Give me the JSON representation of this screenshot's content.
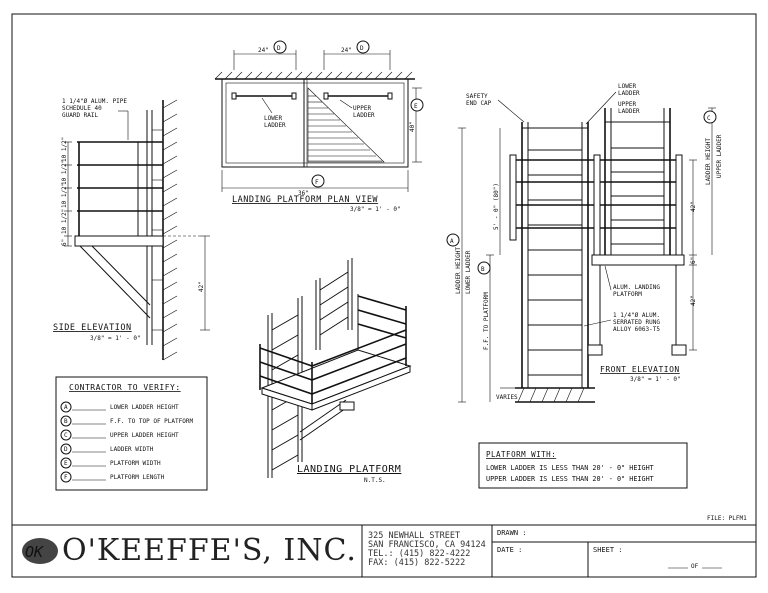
{
  "plan_view": {
    "title": "LANDING PLATFORM PLAN VIEW",
    "scale": "3/8\" = 1' - 0\"",
    "dim_left": "24\"",
    "dim_right": "24\"",
    "dim_d1": "D",
    "dim_d2": "D",
    "dim_e": "E",
    "dim_40": "40\"",
    "dim_f": "F",
    "dim_total": "36\"",
    "lower_ladder": [
      "LOWER",
      "LADDER"
    ],
    "upper_ladder": [
      "UPPER",
      "LADDER"
    ]
  },
  "side_elevation": {
    "title": "SIDE ELEVATION",
    "scale": "3/8\" = 1' - 0\"",
    "pipe_note": [
      "1 1/4\"Ø ALUM. PIPE",
      "SCHEDULE 40",
      "GUARD RAIL"
    ],
    "dims_top": [
      "10 1/2\"",
      "10 1/2\"",
      "10 1/2\"",
      "10 1/2\""
    ],
    "dim_6": "6\"",
    "dim_42": "42\""
  },
  "contractor": {
    "title": "CONTRACTOR TO VERIFY:",
    "items": [
      {
        "letter": "A",
        "text": "LOWER LADDER HEIGHT"
      },
      {
        "letter": "B",
        "text": "F.F. TO TOP OF PLATFORM"
      },
      {
        "letter": "C",
        "text": "UPPER LADDER HEIGHT"
      },
      {
        "letter": "D",
        "text": "LADDER WIDTH"
      },
      {
        "letter": "E",
        "text": "PLATFORM WIDTH"
      },
      {
        "letter": "F",
        "text": "PLATFORM LENGTH"
      }
    ]
  },
  "landing": {
    "title": "LANDING PLATFORM",
    "scale": "N.T.S."
  },
  "front_elevation": {
    "title": "FRONT ELEVATION",
    "scale": "3/8\" = 1' - 0\"",
    "safety_cap": [
      "SAFETY",
      "END CAP"
    ],
    "lower_ladder": [
      "LOWER",
      "LADDER"
    ],
    "upper_ladder": [
      "UPPER",
      "LADDER"
    ],
    "alum_platform": [
      "ALUM. LANDING",
      "PLATFORM"
    ],
    "rung_note": [
      "1 1/4\"Ø ALUM.",
      "SERRATED RUNG",
      "ALLOY 6063-T5"
    ],
    "ladder_height": "LADDER HEIGHT",
    "lower_ladder_v": "LOWER LADDER",
    "ff_platform": "F.F. TO PLATFORM",
    "dim_5_0": "5' - 0\" (80\")",
    "ladder_height_c": "LADDER HEIGHT",
    "upper_ladder_v": "UPPER LADDER",
    "dim_42a": "42\"",
    "dim_6": "6\"",
    "dim_42b": "42\"",
    "varies": "VARIES",
    "letter_a": "A",
    "letter_b": "B",
    "letter_c": "C"
  },
  "platform_note": {
    "title": "PLATFORM WITH:",
    "lines": [
      "LOWER LADDER IS LESS THAN 20' - 0\" HEIGHT",
      "UPPER LADDER IS LESS THAN 20' - 0\" HEIGHT"
    ]
  },
  "title_block": {
    "file": "FILE: PLFM1",
    "logo_mark": "OK",
    "company": "O'KEEFFE'S,  INC.",
    "address": [
      "325 NEWHALL STREET",
      "SAN FRANCISCO, CA 94124",
      "TEL.: (415) 822-4222",
      "FAX: (415) 822-5222"
    ],
    "drawn": "DRAWN :",
    "date": "DATE :",
    "sheet": "SHEET :",
    "of": "OF"
  }
}
